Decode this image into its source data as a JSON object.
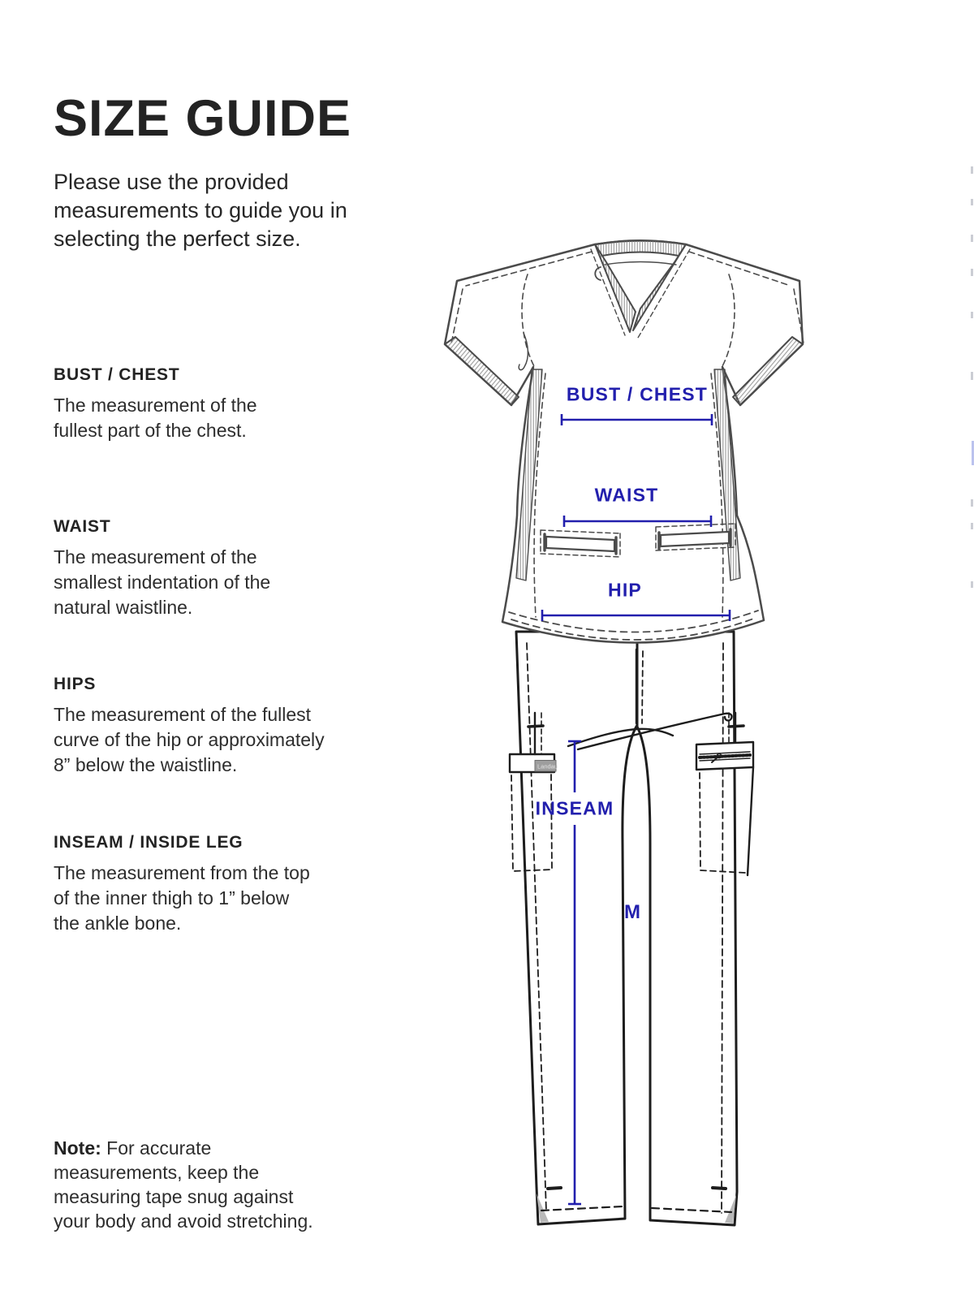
{
  "page": {
    "title": "SIZE GUIDE",
    "intro": "Please use the provided\nmeasurements to guide you in\nselecting the perfect size."
  },
  "sections": [
    {
      "heading": "BUST / CHEST",
      "body": "The measurement of the\nfullest part of the chest."
    },
    {
      "heading": "WAIST",
      "body": "The measurement of the\nsmallest indentation of the\nnatural waistline."
    },
    {
      "heading": "HIPS",
      "body": "The measurement of the fullest\ncurve of the hip or approximately\n8” below the waistline."
    },
    {
      "heading": "INSEAM / INSIDE LEG",
      "body": "The measurement from the top\nof the inner thigh to 1” below\nthe ankle bone."
    }
  ],
  "note": {
    "label": "Note:",
    "body": " For accurate\nmeasurements, keep the\nmeasuring tape snug against\nyour body and avoid stretching."
  },
  "diagram": {
    "bust_label": "BUST / CHEST",
    "waist_label": "WAIST",
    "hip_label": "HIP",
    "inseam_label": "INSEAM",
    "size_marker": "M",
    "brand_tab": "Landau",
    "accent_color": "#221fad",
    "line_art_color": "#4b4b4b",
    "pants_line_color": "#1d1d1d"
  }
}
